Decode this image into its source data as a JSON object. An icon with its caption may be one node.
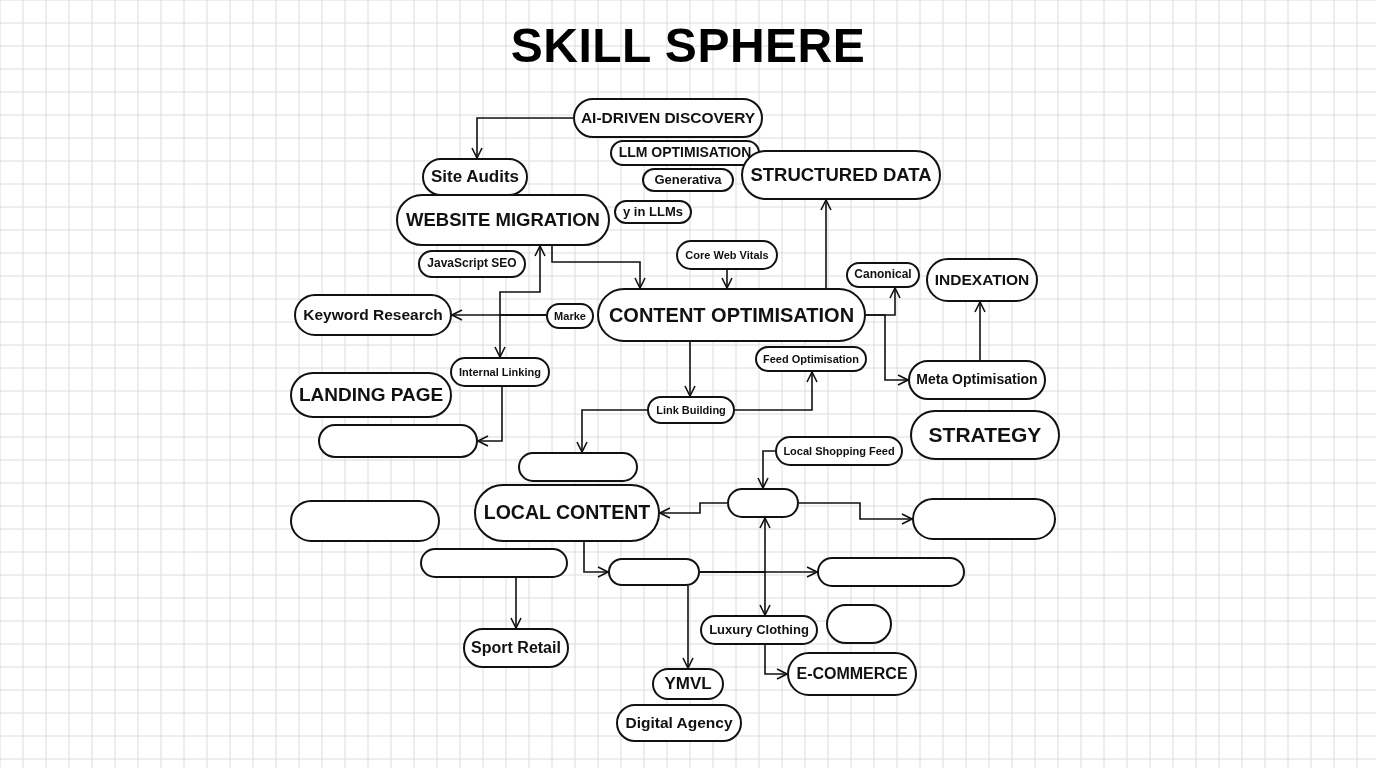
{
  "diagram": {
    "title": "SKILL SPHERE",
    "nodes": [
      {
        "text": [
          "AI-DRIVEN DISCOVERY"
        ]
      },
      {
        "text": [
          "LLM OPTIMISATION"
        ]
      },
      {
        "text": [
          "Site Audits"
        ]
      },
      {
        "text": [
          "Generativa"
        ]
      },
      {
        "text": [
          "STRUCTURED DATA"
        ]
      },
      {
        "text": [
          "WEBSITE MIGRATION"
        ]
      },
      {
        "text": [
          "y in LLMs"
        ]
      },
      {
        "text": [
          "JavaScript SEO"
        ]
      },
      {
        "text": [
          "Core Web Vitals"
        ]
      },
      {
        "text": [
          "Canonical"
        ]
      },
      {
        "text": [
          "INDEXATION"
        ]
      },
      {
        "text": [
          "Keyword Research"
        ]
      },
      {
        "text": [
          "Marke"
        ]
      },
      {
        "text": [
          "CONTENT OPTIMISATION"
        ]
      },
      {
        "text": [
          "Feed Optimisation"
        ]
      },
      {
        "text": [
          "Internal Linking"
        ]
      },
      {
        "text": [
          "Meta Optimisation"
        ]
      },
      {
        "text": [
          "LANDING PAGE"
        ]
      },
      {
        "text": [
          "Link Building"
        ]
      },
      {
        "text": [],
        "shape": "box"
      },
      {
        "text": [
          "STRATEGY"
        ]
      },
      {
        "text": [
          "Local Shopping Feed"
        ]
      },
      {
        "text": [],
        "shape": "box"
      },
      {
        "text": [
          "LOCAL CONTENT"
        ]
      },
      {
        "text": [],
        "shape": "box"
      },
      {
        "text": [],
        "shape": "box"
      },
      {
        "text": [],
        "shape": "box"
      },
      {
        "text": [],
        "shape": "box"
      },
      {
        "text": [],
        "shape": "box"
      },
      {
        "text": [],
        "shape": "box"
      },
      {
        "text": [],
        "shape": "box"
      },
      {
        "text": [
          "Luxury Clothing"
        ]
      },
      {
        "text": [
          "Sport Retail"
        ]
      },
      {
        "text": [
          "E-COMMERCE"
        ]
      },
      {
        "text": [
          "YMVL"
        ]
      },
      {
        "text": [
          "Digital Agency"
        ]
      }
    ],
    "edges": [
      {
        "from": 0,
        "to": 2,
        "arrow": "to"
      },
      {
        "from": 5,
        "to": 13,
        "arrow": "to"
      },
      {
        "from": 8,
        "to": 13,
        "arrow": "to"
      },
      {
        "from": 13,
        "to": 4,
        "arrow": "to"
      },
      {
        "from": 13,
        "to": 9,
        "arrow": "to"
      },
      {
        "from": 13,
        "to": 16,
        "arrow": "to"
      },
      {
        "from": 16,
        "to": 10,
        "arrow": "to"
      },
      {
        "from": 12,
        "to": 5,
        "arrow": "to"
      },
      {
        "from": 12,
        "to": 11,
        "arrow": "to"
      },
      {
        "from": 12,
        "to": 15,
        "arrow": "to"
      },
      {
        "from": 15,
        "to": 19,
        "arrow": "to"
      },
      {
        "from": 13,
        "to": 18,
        "arrow": "to"
      },
      {
        "from": 18,
        "to": 14,
        "arrow": "to"
      },
      {
        "from": 18,
        "to": 22,
        "arrow": "to"
      },
      {
        "from": 21,
        "to": 24,
        "arrow": "to"
      },
      {
        "from": 24,
        "to": 23,
        "arrow": "to"
      },
      {
        "from": 24,
        "to": 25,
        "arrow": "to"
      },
      {
        "from": 23,
        "to": 28,
        "arrow": "to"
      },
      {
        "from": 28,
        "to": 29,
        "arrow": "to"
      },
      {
        "from": 28,
        "to": 24,
        "arrow": "to"
      },
      {
        "from": 28,
        "to": 31,
        "arrow": "to"
      },
      {
        "from": 31,
        "to": 33,
        "arrow": "to"
      },
      {
        "from": 28,
        "to": 34,
        "arrow": "to"
      },
      {
        "from": 27,
        "to": 32,
        "arrow": "to"
      }
    ]
  }
}
